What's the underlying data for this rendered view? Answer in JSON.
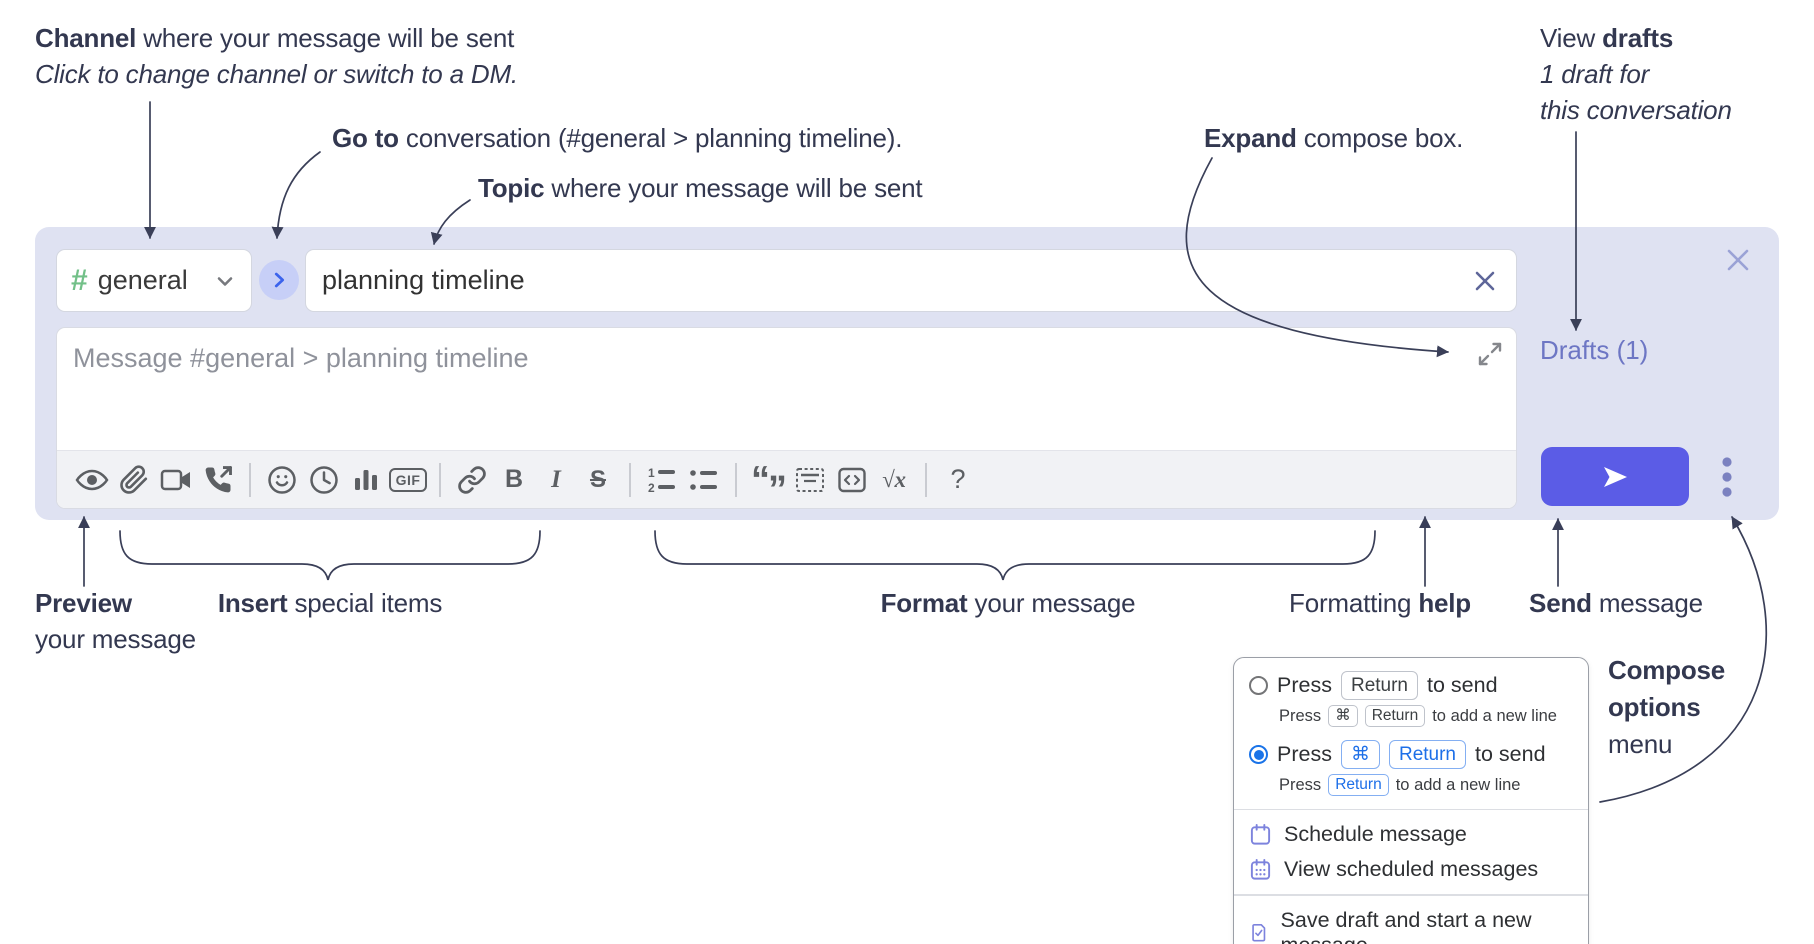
{
  "annotations": {
    "channel": {
      "bold": "Channel",
      "rest": " where your message will be sent",
      "sub": "Click to change channel or switch to a DM."
    },
    "goto": {
      "bold": "Go to",
      "rest": " conversation (#general > planning timeline)."
    },
    "topic": {
      "bold": "Topic",
      "rest": " where your message will be sent"
    },
    "expand": {
      "bold": "Expand",
      "rest": " compose box."
    },
    "drafts": {
      "pre": "View ",
      "bold": "drafts",
      "line2": "1 draft for",
      "line3": "this conversation"
    },
    "preview": {
      "bold": "Preview",
      "rest": "your message"
    },
    "insert": {
      "bold": "Insert",
      "rest": " special items"
    },
    "format": {
      "bold": "Format",
      "rest": " your message"
    },
    "formatting_help": {
      "pre": "Formatting ",
      "bold": "help"
    },
    "send": {
      "bold": "Send",
      "rest": " message"
    },
    "compose_options": {
      "line1": "Compose",
      "line2": "options",
      "line3": "menu"
    }
  },
  "compose": {
    "channel_hash": "#",
    "channel_name": "general",
    "topic_value": "planning timeline",
    "message_placeholder": "Message #general > planning timeline",
    "drafts_link": "Drafts (1)"
  },
  "toolbar": {
    "bold": "B",
    "italic": "I",
    "strike": "S",
    "gif": "GIF",
    "quote_open": "“",
    "quote_close": "”",
    "numlist_1": "1",
    "numlist_2": "2",
    "math": "√x",
    "help": "?"
  },
  "options_menu": {
    "opt1": {
      "press": "Press",
      "key": "Return",
      "after": "to send",
      "sub_press": "Press",
      "sub_key1": "⌘",
      "sub_key2": "Return",
      "sub_after": "to add a new line"
    },
    "opt2": {
      "press": "Press",
      "key1": "⌘",
      "key2": "Return",
      "after": "to send",
      "sub_press": "Press",
      "sub_key": "Return",
      "sub_after": "to add a new line"
    },
    "items": [
      {
        "label": "Schedule message"
      },
      {
        "label": "View scheduled messages"
      },
      {
        "label": "Save draft and start a new message"
      }
    ]
  },
  "colors": {
    "compose_bg": "#dfe2f2",
    "send_button": "#5b5ce6",
    "drafts_link": "#6d76c4",
    "channel_hash": "#72c088",
    "radio_selected": "#1a73e8",
    "menu_icon": "#7d83dd",
    "annotation_ink": "#333850",
    "toolbar_icon": "#5c5f63"
  }
}
